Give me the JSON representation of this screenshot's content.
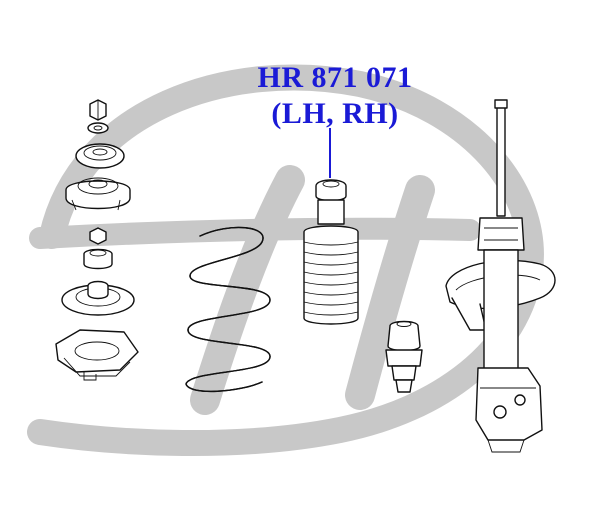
{
  "callout": {
    "part_number": "HR 871 071",
    "side": "(LH, RH)"
  },
  "colors": {
    "callout_blue": "#1a1ad6",
    "watermark_gray": "#c8c8c8",
    "line_black": "#111111"
  },
  "parts": [
    "top-nut",
    "washer",
    "upper-insulator",
    "mount-bearing",
    "lower-nut",
    "spacer",
    "spring-seat-upper",
    "lower-spring-seat",
    "coil-spring",
    "dust-boot",
    "bump-stop",
    "strut-assembly"
  ]
}
